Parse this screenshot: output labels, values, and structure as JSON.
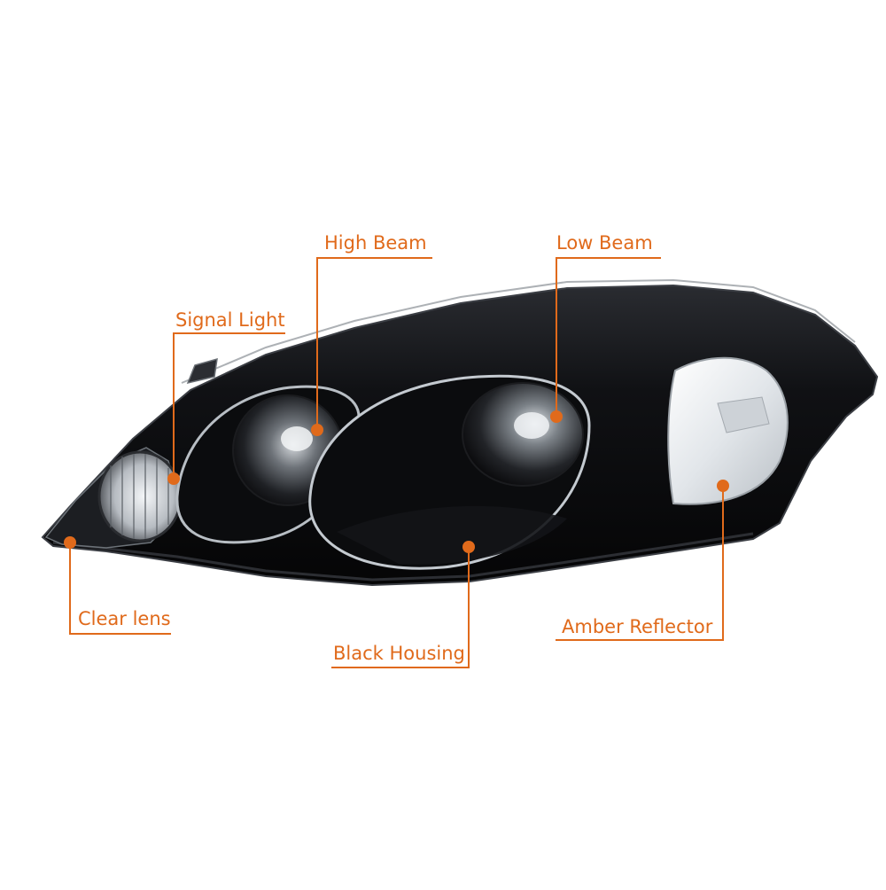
{
  "colors": {
    "accent": "#e06a1b",
    "housing": "#0c0c0e",
    "chrome": "#9aa0a6",
    "lens_clear": "#e9eef2",
    "background": "#ffffff"
  },
  "callouts": {
    "high_beam": "High Beam",
    "low_beam": "Low Beam",
    "signal_light": "Signal Light",
    "clear_lens": "Clear lens",
    "black_housing": "Black Housing",
    "amber_reflector": "Amber Reflector"
  }
}
